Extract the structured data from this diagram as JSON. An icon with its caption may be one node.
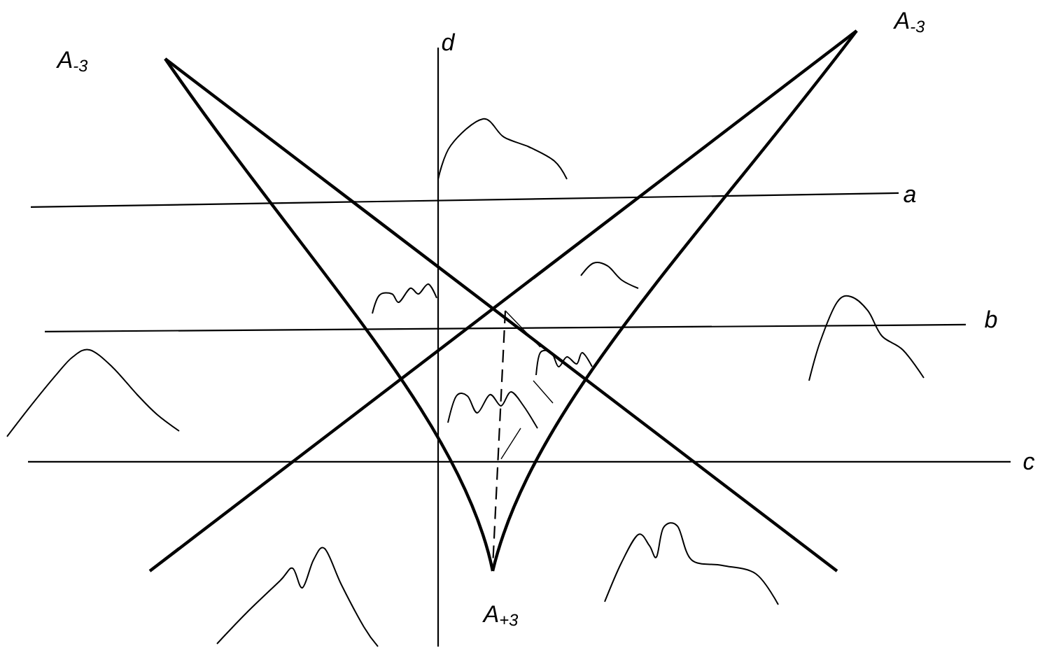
{
  "diagram": {
    "labels": [
      "A$_{-3}$",
      "d",
      "A$_{-3}$",
      "a",
      "b",
      "c",
      "A$_{+3}$"
    ]
  }
}
